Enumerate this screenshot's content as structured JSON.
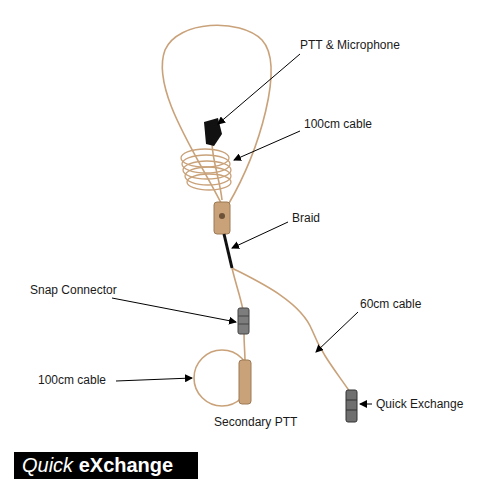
{
  "diagram": {
    "nodes": [
      {
        "text": [
          "Quick eXchange"
        ]
      }
    ],
    "labels": [
      "PTT & Microphone",
      "100cm cable",
      "Braid",
      "Snap Connector",
      "60cm cable",
      "100cm cable",
      "Secondary PTT",
      "Quick Exchange"
    ]
  }
}
